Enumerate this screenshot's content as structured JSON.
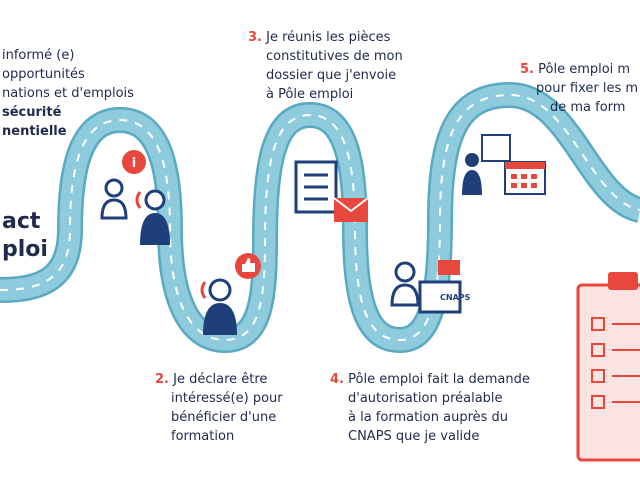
{
  "colors": {
    "road": "#8ecbdc",
    "road_edge": "#5aa9c2",
    "text": "#1f2a4d",
    "accent": "#e8473e",
    "navy": "#1f3f7a"
  },
  "step1": {
    "lines": [
      "informé (e)",
      "opportunités",
      "nations et d'emplois"
    ],
    "bold_lines": [
      "sécurité",
      "nentielle"
    ]
  },
  "contact": {
    "line1": "act",
    "line2": "ploi"
  },
  "step2": {
    "num": "2.",
    "lines": [
      "Je déclare être",
      "intéressé(e) pour",
      "bénéficier d'une",
      "formation"
    ]
  },
  "step3": {
    "num": "3.",
    "lines": [
      "Je réunis les pièces",
      "constitutives de mon",
      "dossier que j'envoie",
      "à Pôle emploi"
    ]
  },
  "step4": {
    "num": "4.",
    "lines": [
      "Pôle emploi fait la demande",
      "d'autorisation préalable",
      "à la formation auprès du",
      "CNAPS que je valide"
    ]
  },
  "step5": {
    "num": "5.",
    "lines": [
      "Pôle emploi m",
      "pour fixer les m",
      "de ma form"
    ]
  },
  "icons": {
    "cnaps_label": "CNAPS",
    "logo_label": "pôle emploi"
  }
}
